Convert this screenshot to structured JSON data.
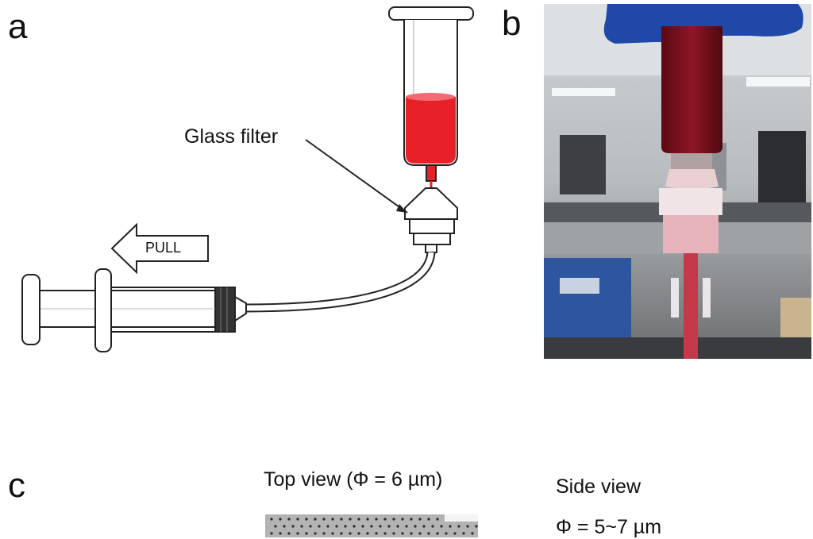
{
  "panels": {
    "a": "a",
    "b": "b",
    "c": "c"
  },
  "diagram": {
    "glass_filter": "Glass filter",
    "pull": "PULL"
  },
  "panel_c": {
    "top_view": "Top view (Φ = 6 µm)",
    "side_view": "Side view",
    "side_phi": "Φ = 5~7 µm"
  },
  "colors": {
    "blood": "#e8202a",
    "blood_dark": "#b8121c",
    "photo_blood": "#7a0e1a",
    "glove_blue": "#1f48a8"
  }
}
